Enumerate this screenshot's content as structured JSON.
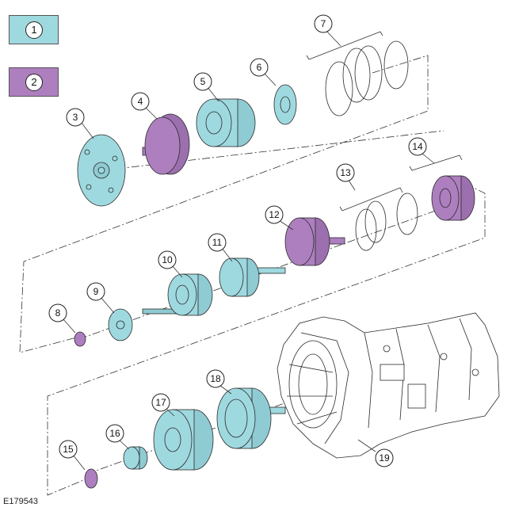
{
  "colors": {
    "group_1": "#9fd9e0",
    "group_2": "#ad7fbf",
    "outline": "#2a2a2a",
    "housing_fill": "#ffffff"
  },
  "legend": [
    {
      "number": "1",
      "color": "#9fd9e0"
    },
    {
      "number": "2",
      "color": "#ad7fbf"
    }
  ],
  "callouts": [
    "1",
    "2",
    "3",
    "4",
    "5",
    "6",
    "7",
    "8",
    "9",
    "10",
    "11",
    "12",
    "13",
    "14",
    "15",
    "16",
    "17",
    "18",
    "19"
  ],
  "reference_code": "E179543"
}
